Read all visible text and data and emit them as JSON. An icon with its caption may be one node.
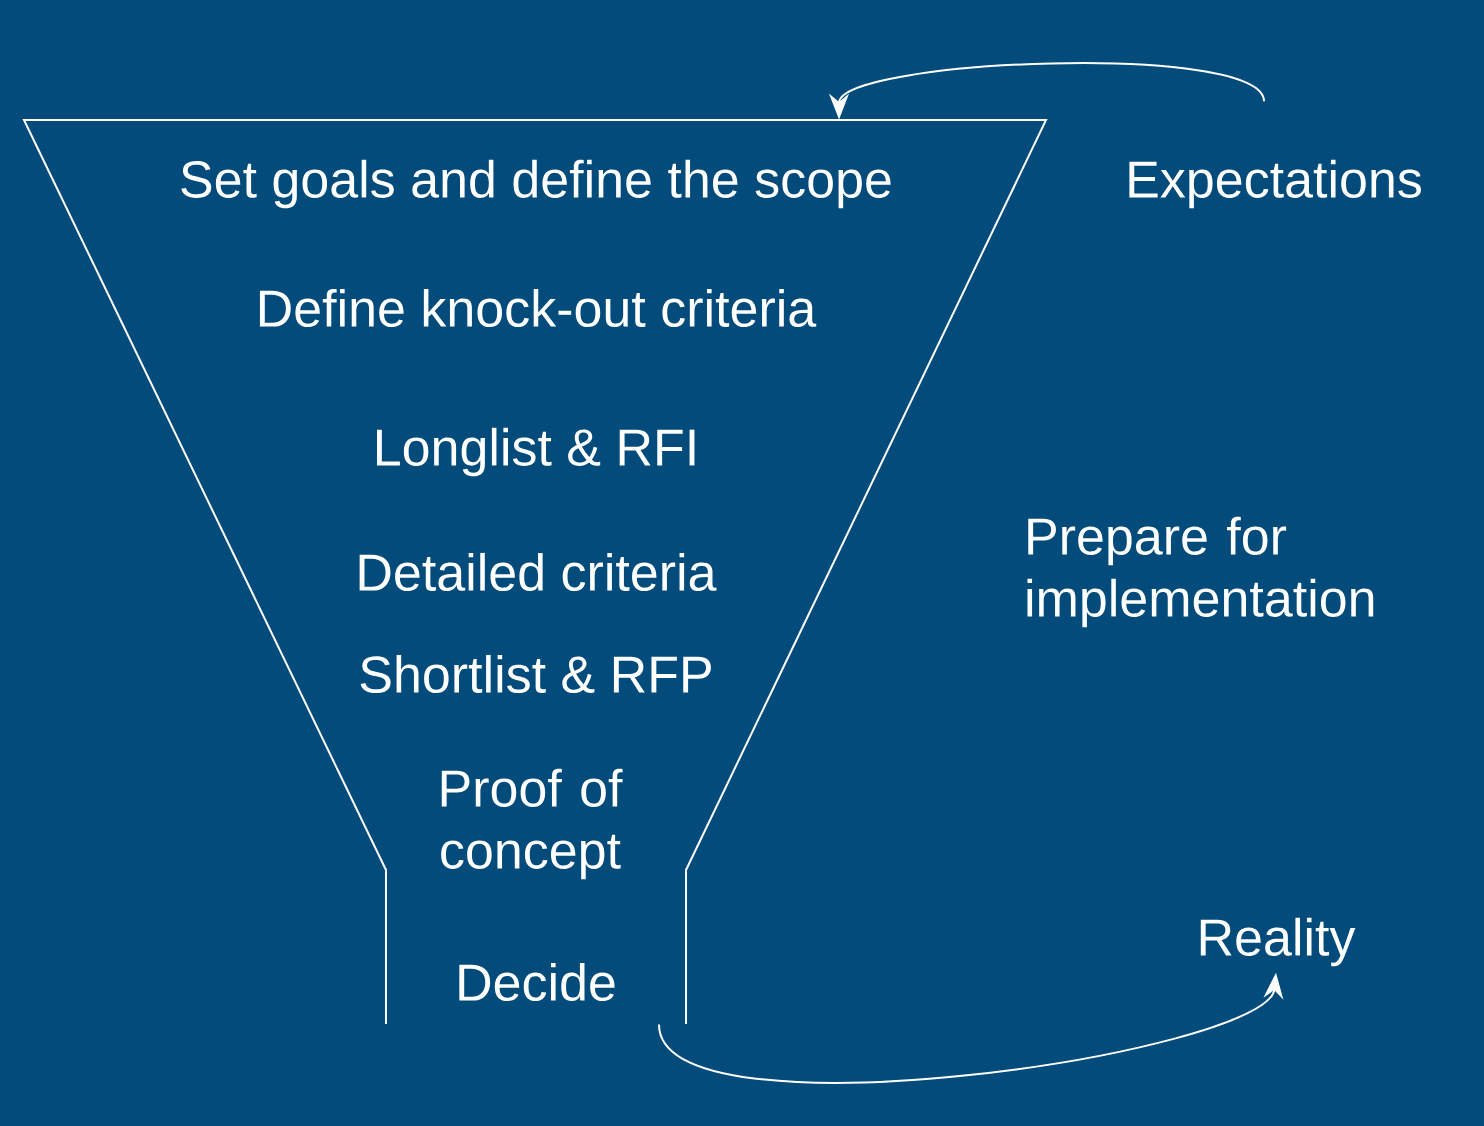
{
  "diagram": {
    "nodes": [
      {
        "text": [
          "Set goals and define the scope",
          "Define knock-out criteria",
          "Longlist & RFI",
          "Detailed criteria",
          "Shortlist & RFP",
          "Proof of concept",
          "Decide"
        ]
      },
      {
        "text": [
          "Expectations"
        ]
      },
      {
        "text": [
          "Prepare for implementation"
        ]
      },
      {
        "text": [
          "Reality"
        ]
      }
    ],
    "edges": [
      {
        "from": 1,
        "to": 0,
        "arrow": "to"
      },
      {
        "from": 0,
        "to": 3,
        "arrow": "to"
      }
    ]
  }
}
